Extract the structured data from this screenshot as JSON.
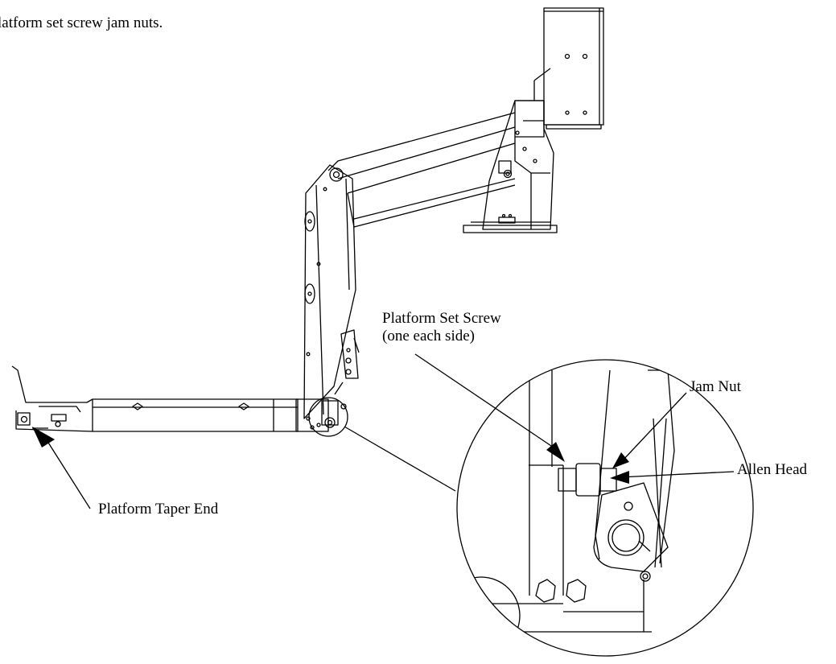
{
  "instruction_text": "latform set screw jam nuts.",
  "labels": {
    "platform_taper_end": "Platform Taper End",
    "platform_set_screw_line1": "Platform Set Screw",
    "platform_set_screw_line2": "(one each side)",
    "jam_nut": "Jam Nut",
    "allen_head": "Allen Head"
  },
  "colors": {
    "line": "#000000",
    "background": "#ffffff"
  }
}
